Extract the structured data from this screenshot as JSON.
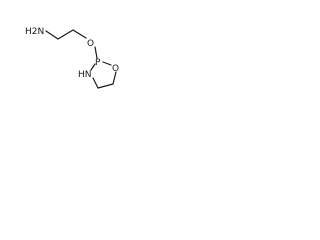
{
  "molecule": {
    "atoms": {
      "amine": "H2N",
      "ether_oxygen": "O",
      "phosphorus": "P",
      "ring_oxygen": "O",
      "ring_nitrogen": "HN"
    }
  },
  "colors": {
    "bond": "#1a1a1a",
    "background": "#ffffff"
  }
}
